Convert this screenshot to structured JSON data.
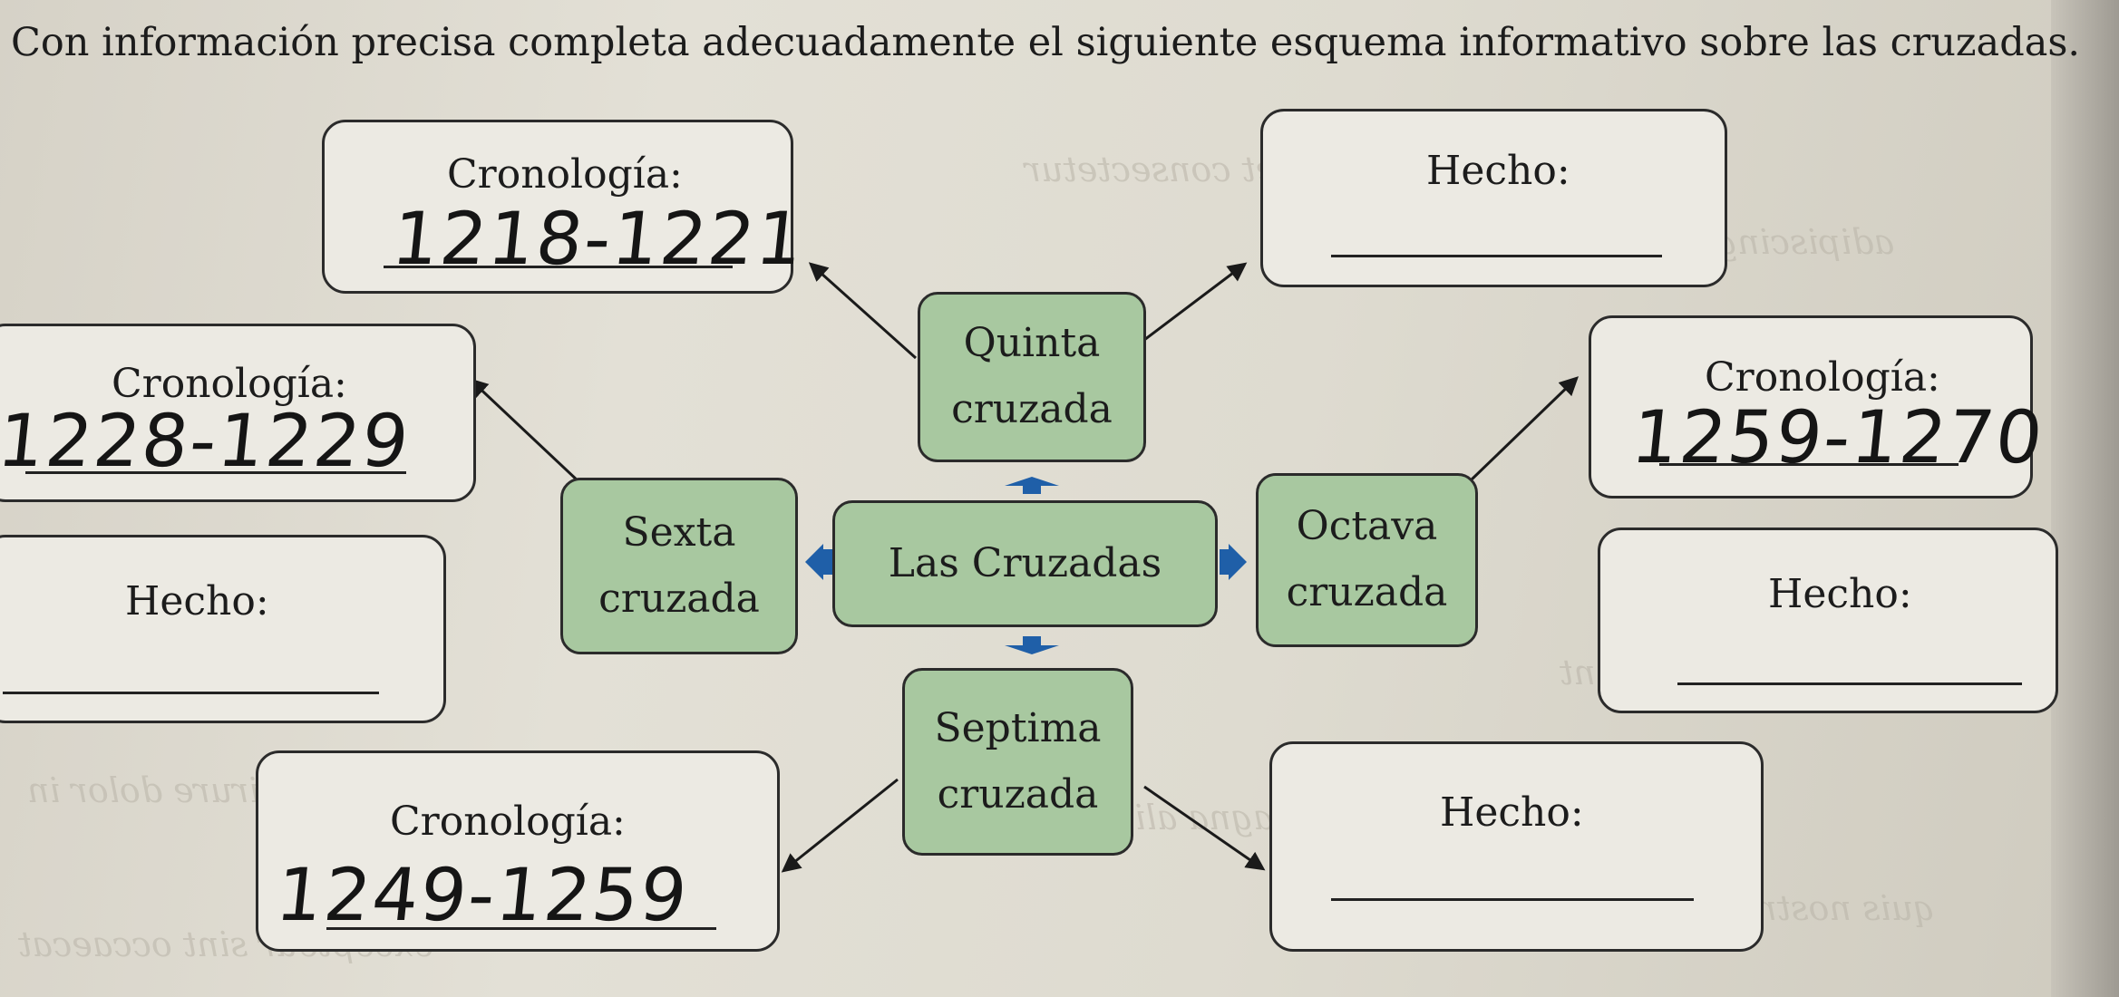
{
  "title": "Con información precisa completa adecuadamente el siguiente esquema informativo sobre las cruzadas.",
  "center": {
    "label": "Las Cruzadas"
  },
  "nodes": {
    "quinta": {
      "line1": "Quinta",
      "line2": "cruzada"
    },
    "sexta": {
      "line1": "Sexta",
      "line2": "cruzada"
    },
    "octava": {
      "line1": "Octava",
      "line2": "cruzada"
    },
    "septima": {
      "line1": "Septima",
      "line2": "cruzada"
    }
  },
  "boxes": {
    "quinta_cronologia": {
      "label": "Cronología:",
      "value": "1218-1221"
    },
    "quinta_hecho": {
      "label": "Hecho:",
      "value": ""
    },
    "sexta_cronologia": {
      "label": "Cronología:",
      "value": "1228-1229"
    },
    "sexta_hecho": {
      "label": "Hecho:",
      "value": ""
    },
    "octava_cronologia": {
      "label": "Cronología:",
      "value": "1259-1270"
    },
    "octava_hecho": {
      "label": "Hecho:",
      "value": ""
    },
    "septima_cronologia": {
      "label": "Cronología:",
      "value": "1249-1259"
    },
    "septima_hecho": {
      "label": "Hecho:",
      "value": ""
    }
  },
  "colors": {
    "node_fill": "#a8c8a0",
    "connector_blue": "#1f5fa8",
    "box_fill": "#eceae3"
  }
}
